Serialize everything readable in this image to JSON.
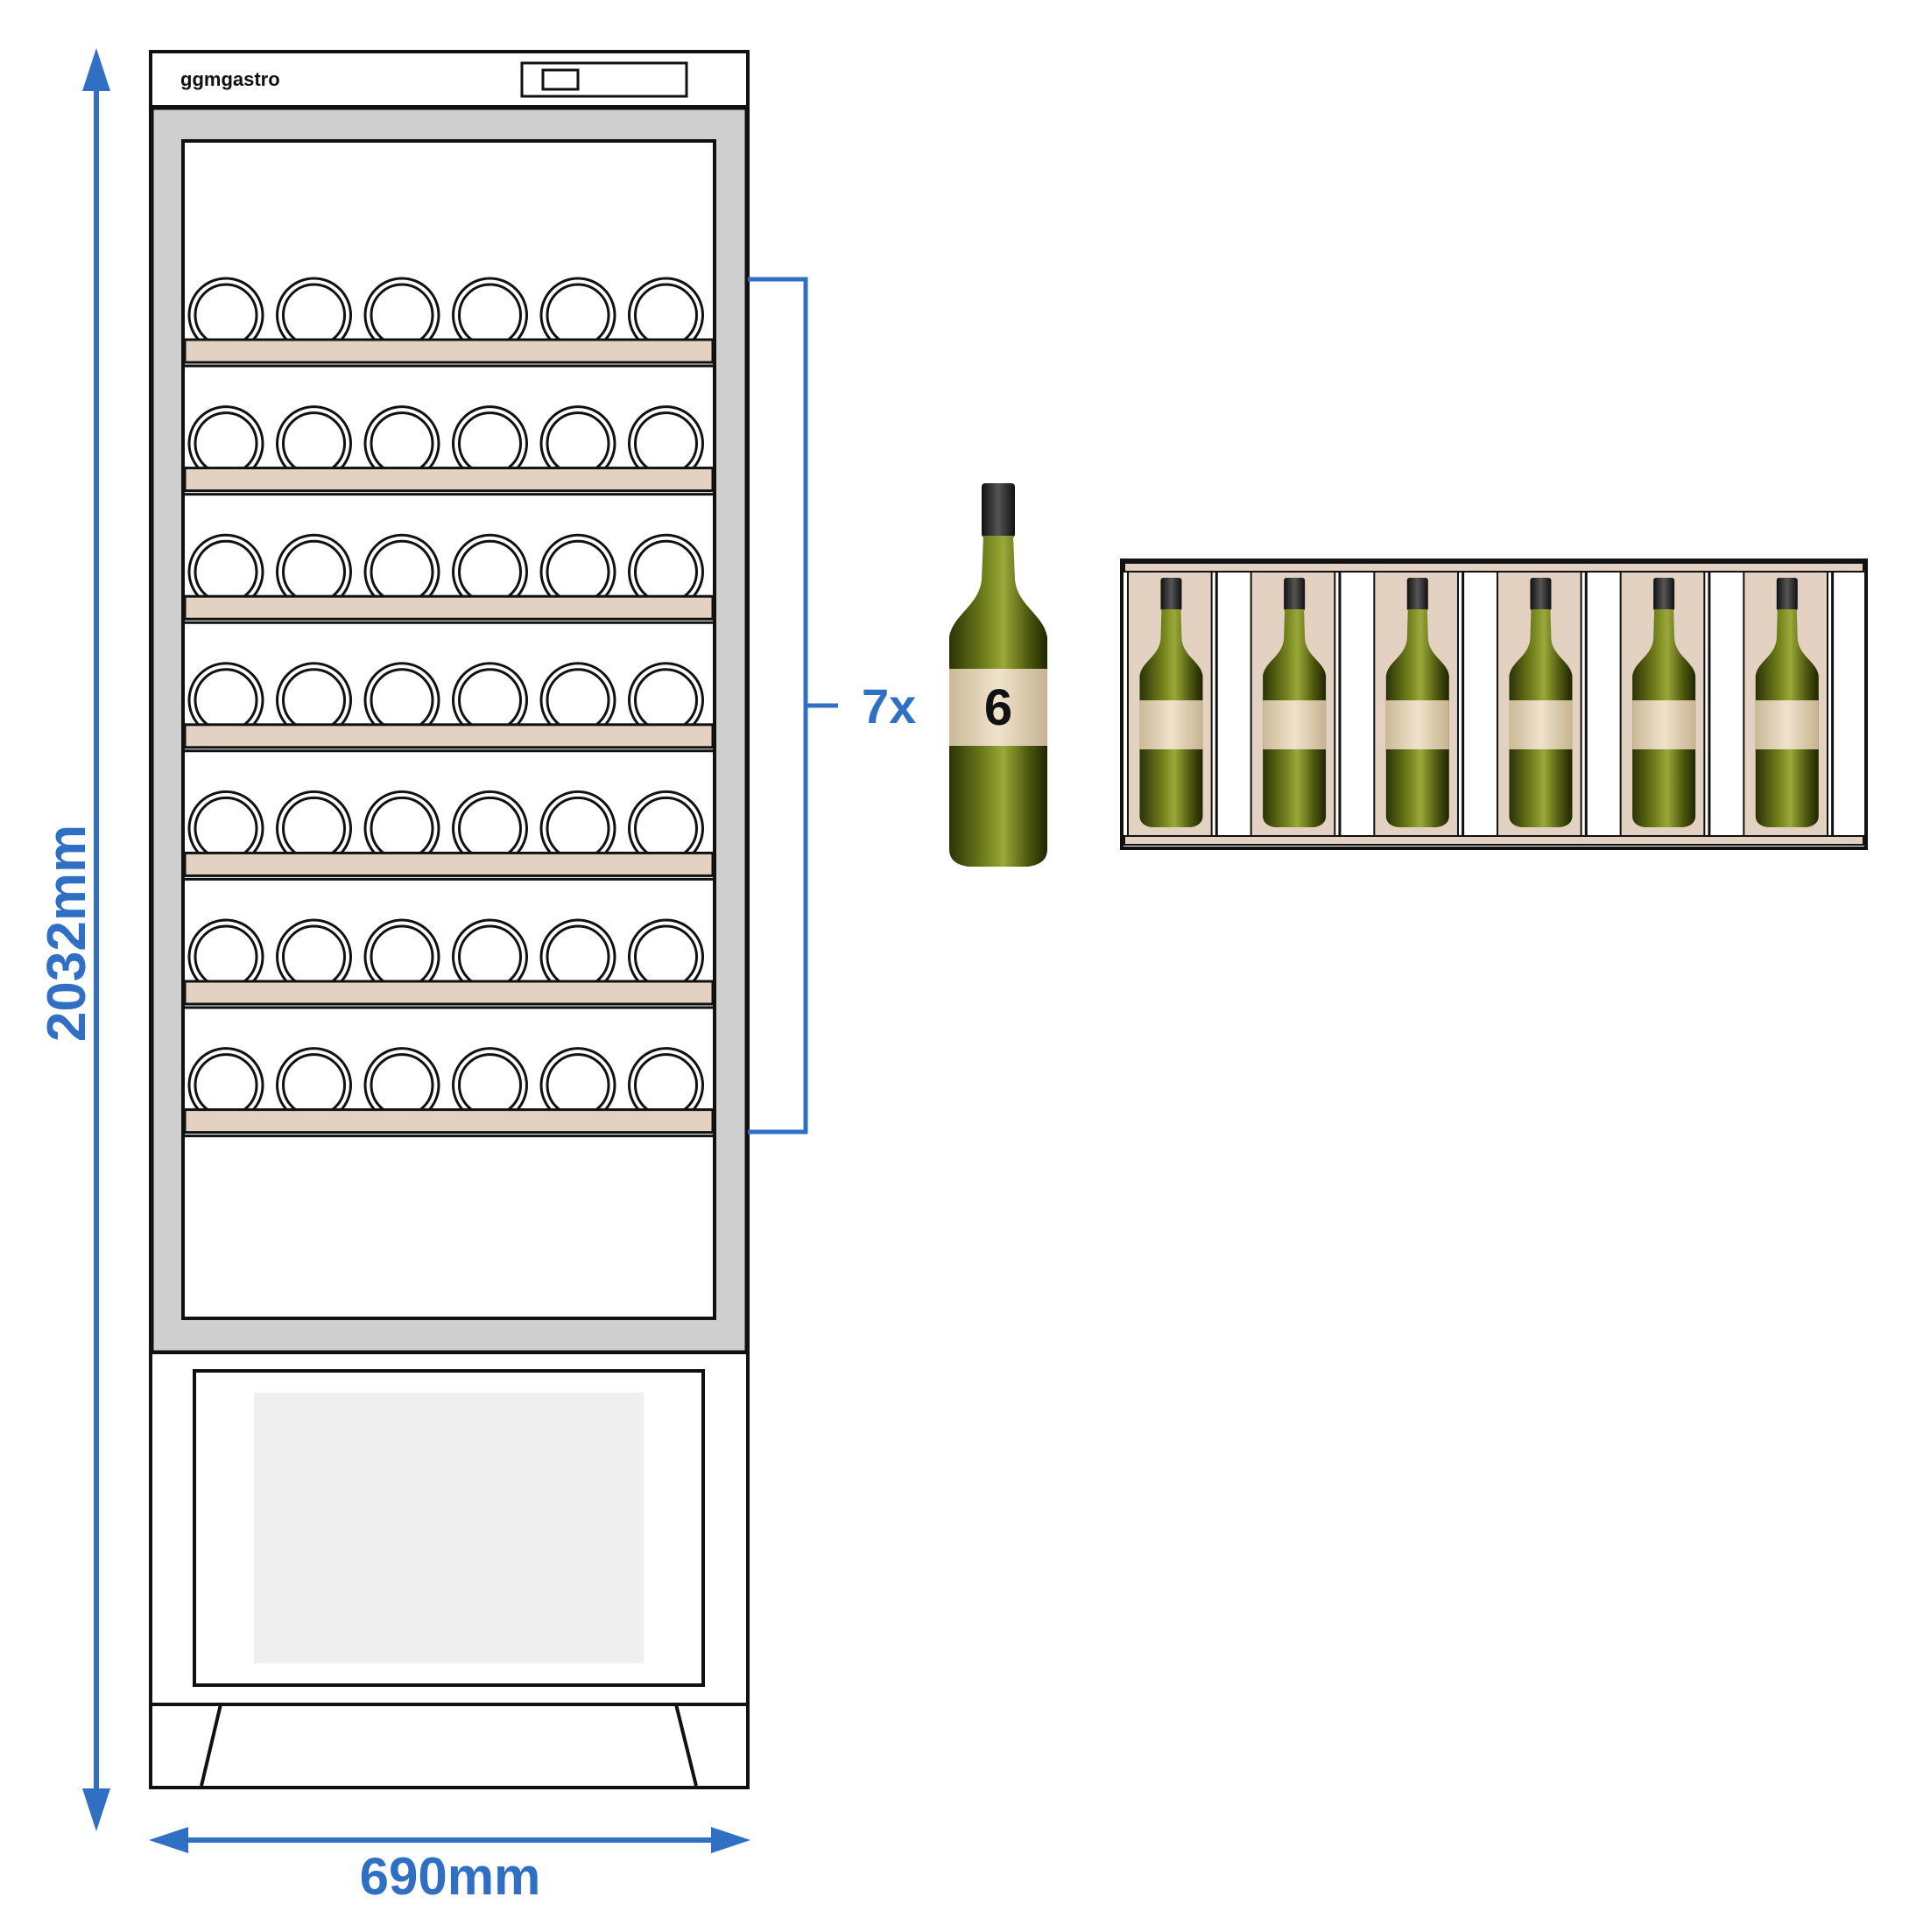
{
  "brand": "ggmgastro",
  "dimensions": {
    "height_label": "2032mm",
    "width_label": "690mm",
    "shelf_count_label": "7x"
  },
  "shelves": {
    "count": 7,
    "bottles_per_shelf": 6
  },
  "bottle_label": "6",
  "rack_bottles": 6,
  "colors": {
    "dimension_blue": "#2f6fc4",
    "shelf_wood": "#e3d1c2",
    "frame_gray": "#cfcfcf",
    "outline": "#111111",
    "glass_panel": "#efefef",
    "bottle_green": "#5e6b12",
    "bottle_label_bg": "#e9d9bf",
    "bottle_cap": "#2a2a2a"
  }
}
